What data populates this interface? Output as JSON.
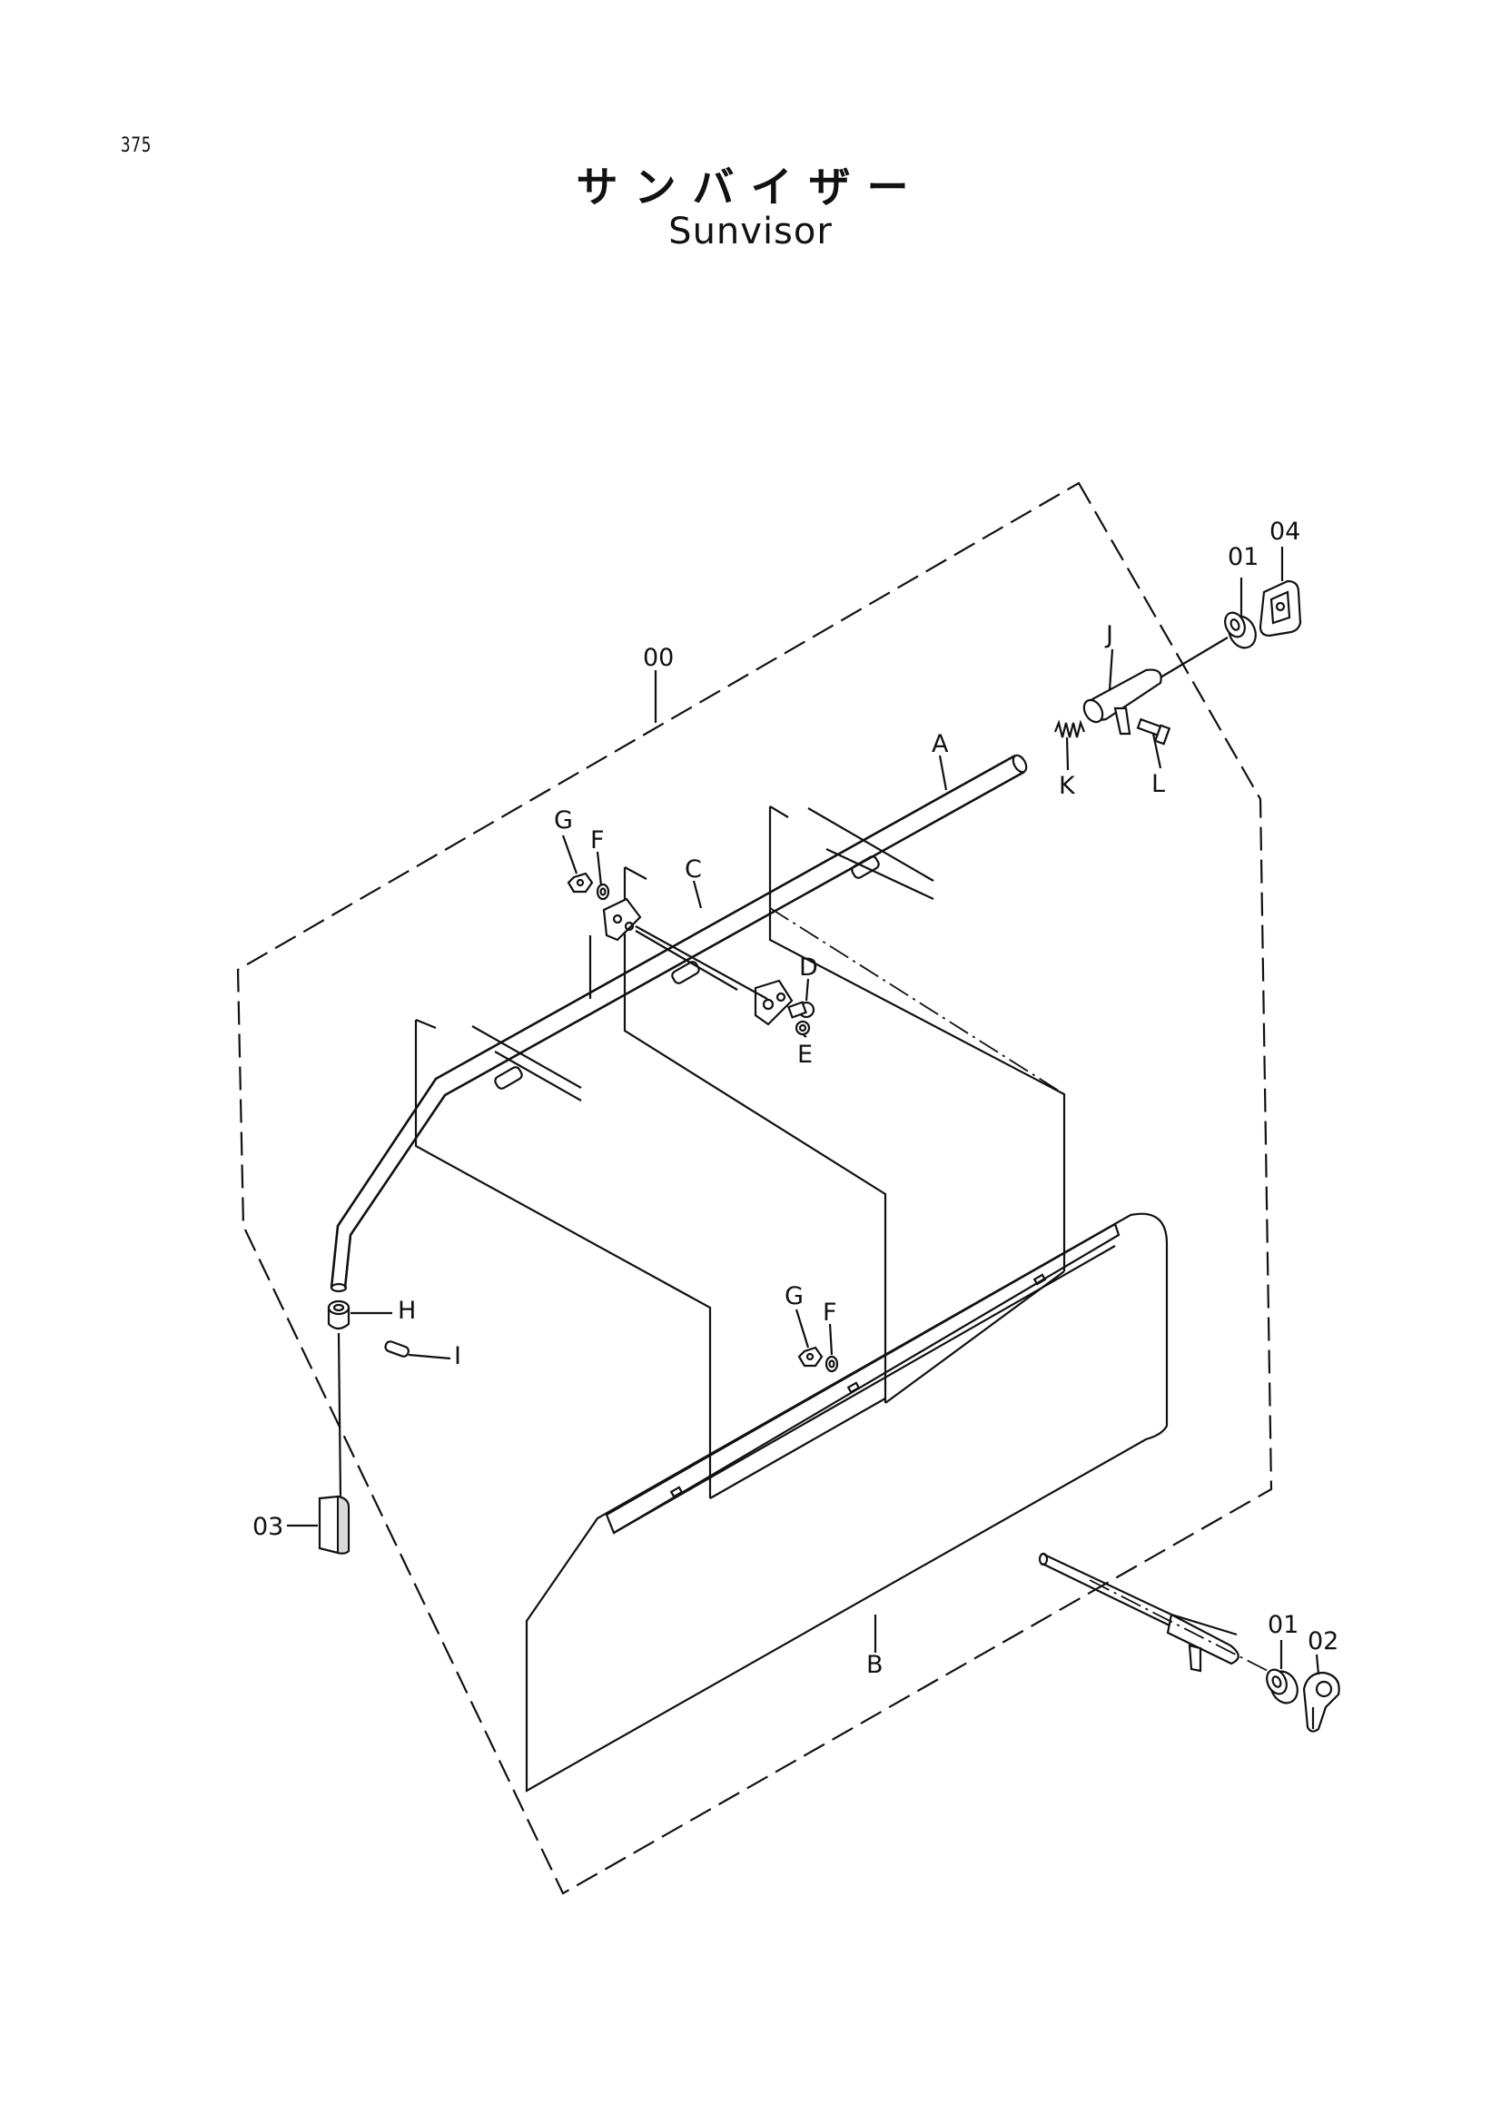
{
  "page": {
    "number": "375",
    "title_jp": "サンバイザー",
    "title_en": "Sunvisor"
  },
  "callouts": {
    "assembly": "00",
    "rod": "A",
    "visor_plate": "B",
    "bracket": "C",
    "screw": "D",
    "washer_e": "E",
    "washer_upper": "F",
    "nut_upper": "G",
    "collar": "H",
    "pin": "I",
    "handle": "J",
    "spring": "K",
    "pin_l": "L",
    "grommet_upper": "01",
    "catch_plate": "04",
    "end_cap": "03",
    "grommet_lower": "01",
    "lock_plate": "02",
    "washer_lower": "F",
    "nut_lower": "G"
  }
}
